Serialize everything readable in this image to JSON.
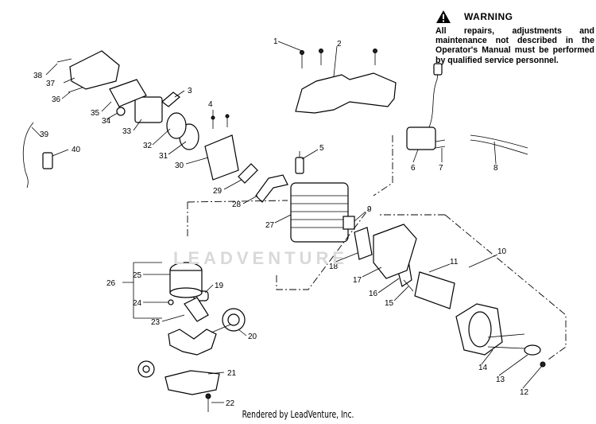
{
  "warning": {
    "title": "WARNING",
    "icon": "warning-triangle-icon",
    "text": "All repairs, adjustments and maintenance not described in the Operator's Manual must be performed by qualified service personnel."
  },
  "watermark": "LEADVENTURE",
  "footer": "Rendered by LeadVenture, Inc.",
  "callouts": [
    "1",
    "2",
    "3",
    "4",
    "5",
    "6",
    "7",
    "8",
    "9",
    "10",
    "11",
    "12",
    "13",
    "14",
    "15",
    "16",
    "17",
    "18",
    "19",
    "20",
    "21",
    "22",
    "23",
    "24",
    "25",
    "26",
    "27",
    "28",
    "29",
    "30",
    "31",
    "32",
    "33",
    "34",
    "35",
    "36",
    "37",
    "38",
    "39",
    "40"
  ]
}
